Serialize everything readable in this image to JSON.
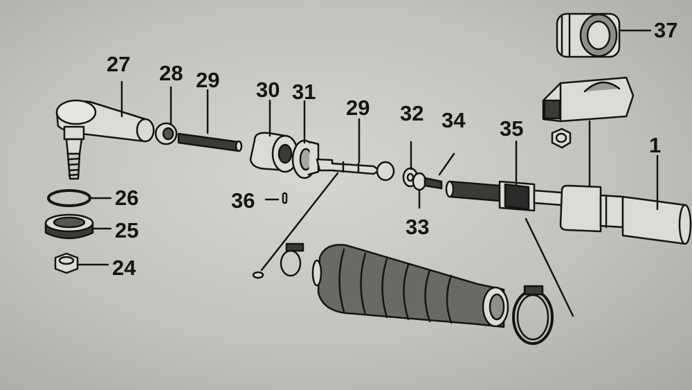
{
  "labels": {
    "p37": "37",
    "p27": "27",
    "p28": "28",
    "p29a": "29",
    "p30": "30",
    "p31": "31",
    "p29b": "29",
    "p32": "32",
    "p34": "34",
    "p35": "35",
    "p1": "1",
    "p26": "26",
    "p25": "25",
    "p24": "24",
    "p36": "36",
    "p33": "33"
  },
  "colors": {
    "paper": "#cfcec9",
    "ink": "#141414",
    "part_fill": "#dcdbd6"
  }
}
